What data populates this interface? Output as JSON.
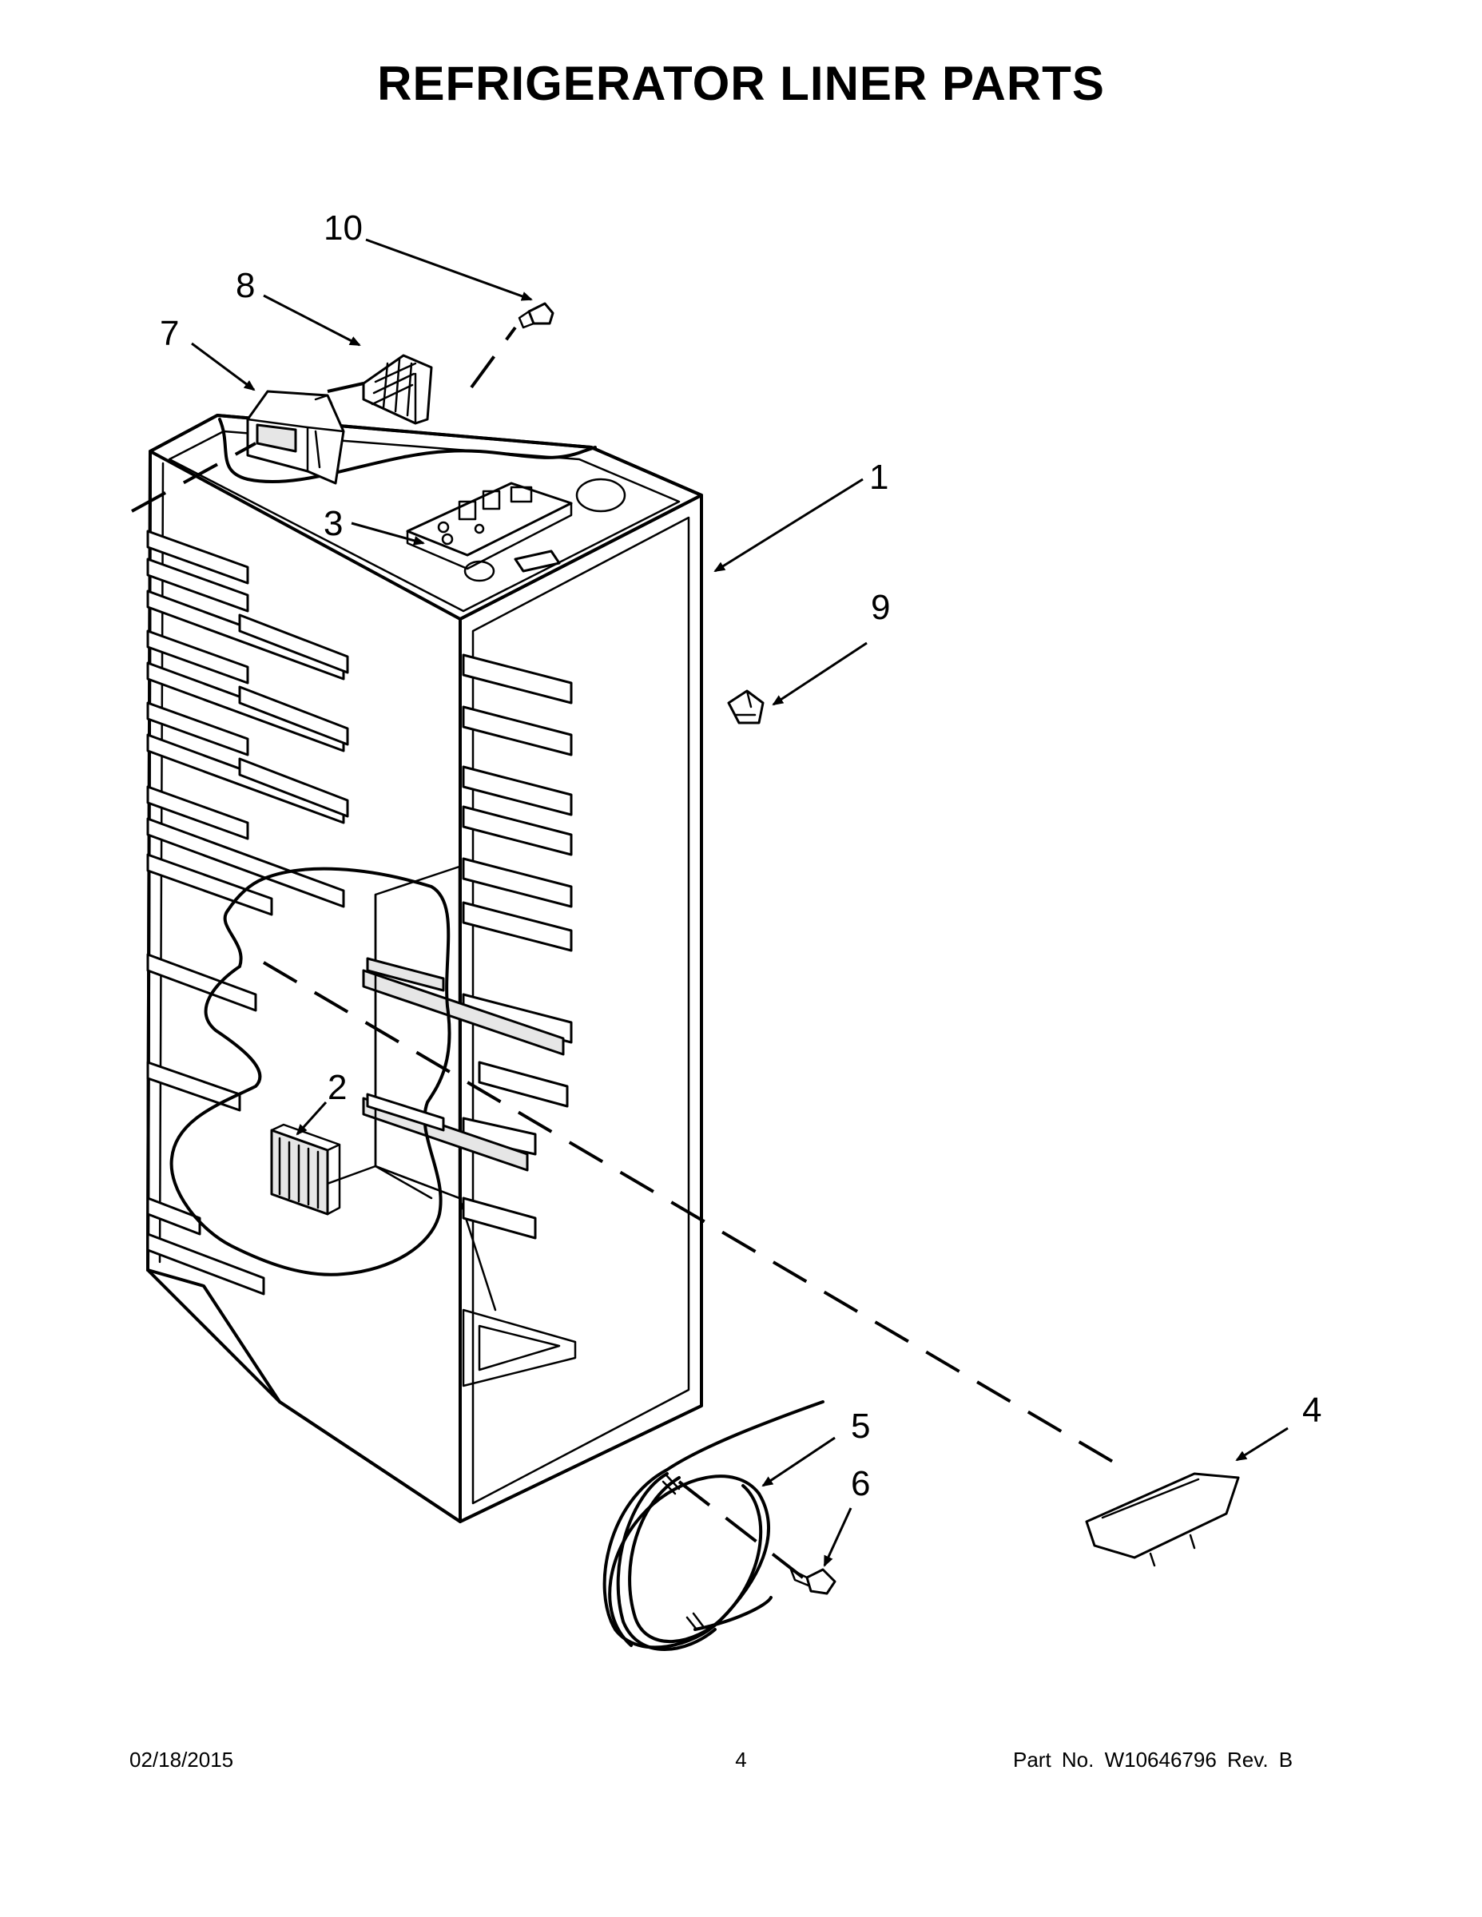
{
  "title": "REFRIGERATOR LINER PARTS",
  "callouts": {
    "c1": "1",
    "c2": "2",
    "c3": "3",
    "c4": "4",
    "c5": "5",
    "c6": "6",
    "c7": "7",
    "c8": "8",
    "c9": "9",
    "c10": "10"
  },
  "footer": {
    "date": "02/18/2015",
    "page": "4",
    "part_no": "Part No.  W10646796  Rev.  B"
  }
}
